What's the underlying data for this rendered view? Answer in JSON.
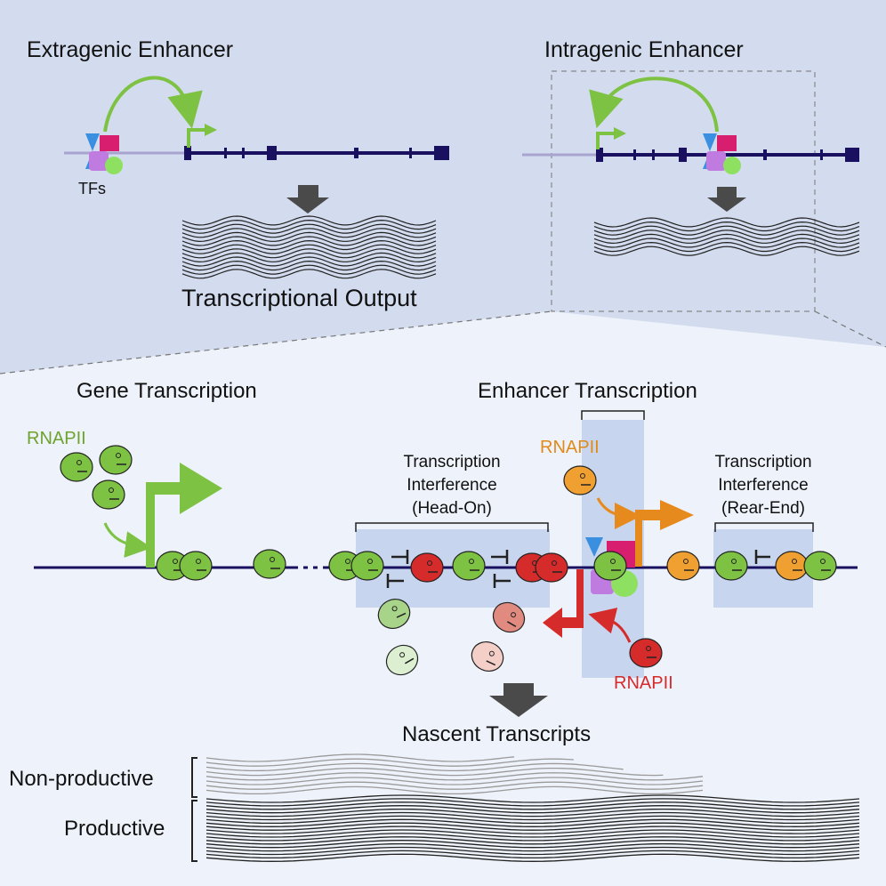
{
  "panels": {
    "extragenic": {
      "title": "Extragenic Enhancer",
      "tf_label": "TFs",
      "output_label": "Transcriptional Output"
    },
    "intragenic": {
      "title": "Intragenic Enhancer"
    }
  },
  "detail": {
    "gene_title": "Gene Transcription",
    "enhancer_title": "Enhancer Transcription",
    "rnapii_green": "RNAPII",
    "rnapii_orange": "RNAPII",
    "rnapii_red": "RNAPII",
    "interference_headon": {
      "line1": "Transcription",
      "line2": "Interference",
      "line3": "(Head-On)"
    },
    "interference_rearend": {
      "line1": "Transcription",
      "line2": "Interference",
      "line3": "(Rear-End)"
    },
    "nascent_label": "Nascent Transcripts",
    "nonproductive_label": "Non-productive",
    "productive_label": "Productive"
  },
  "colors": {
    "dna": "#1a1060",
    "polymerase_green": "#7dc242",
    "polymerase_orange": "#f0a030",
    "polymerase_red": "#d62b2b",
    "tf_blue": "#3a8fe0",
    "tf_magenta": "#d81e6e",
    "tf_purple": "#c07be0",
    "tf_lime": "#8ee060",
    "arrow_orange": "#e68a1e",
    "highlight_box": "#c7d6ee"
  }
}
